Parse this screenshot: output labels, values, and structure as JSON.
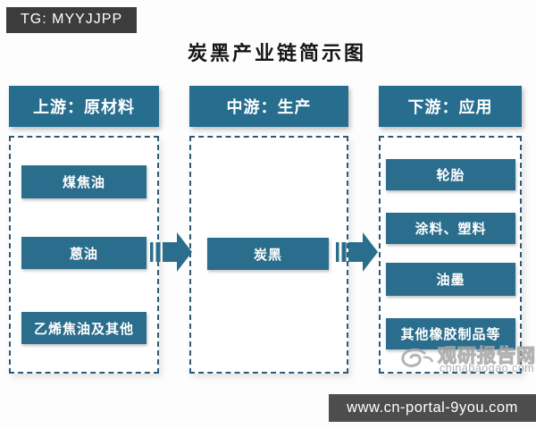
{
  "badge": {
    "text": "TG: MYYJJPP"
  },
  "title": "炭黑产业链简示图",
  "columns": [
    {
      "header": "上游：原材料",
      "items": [
        "煤焦油",
        "蒽油",
        "乙烯焦油及其他"
      ]
    },
    {
      "header": "中游：生产",
      "items": [
        "炭黑"
      ]
    },
    {
      "header": "下游：应用",
      "items": [
        "轮胎",
        "涂料、塑料",
        "油墨",
        "其他橡胶制品等"
      ]
    }
  ],
  "arrows": [
    {
      "icon": "striped-right-arrow-icon"
    },
    {
      "icon": "striped-right-arrow-icon"
    }
  ],
  "watermark": {
    "logo_icon": "watermark-swirl-icon",
    "name": "观研报告网",
    "domain": "chinabaogao.com"
  },
  "footer": {
    "url": "www.cn-portal-9you.com"
  },
  "colors": {
    "box_teal": "#2b6d8c",
    "header_teal": "#276d8e",
    "dashed_border": "#2e5a75",
    "badge_bg": "#3c3c3c",
    "footer_bg": "#4d4d4d",
    "watermark_gray": "#a6a6a6",
    "title_text": "#141414",
    "box_text": "#ffffff"
  }
}
